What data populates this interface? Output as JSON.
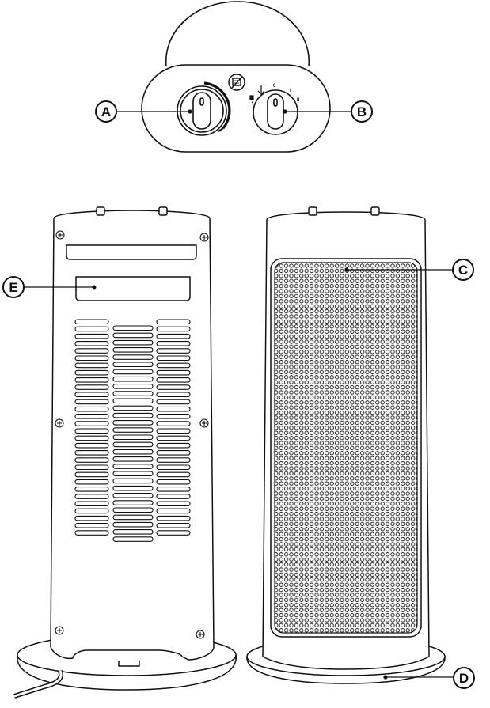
{
  "callouts": {
    "a": "A",
    "b": "B",
    "c": "C",
    "d": "D",
    "e": "E"
  },
  "dial_marks": {
    "off": "0",
    "level_1": "I",
    "level_2": "II"
  },
  "icons": {
    "no_cover": "no-cover-warning-icon",
    "fan": "fan-icon",
    "antifrost": "antifrost-icon"
  },
  "colors": {
    "line": "#111111",
    "background": "#ffffff"
  }
}
